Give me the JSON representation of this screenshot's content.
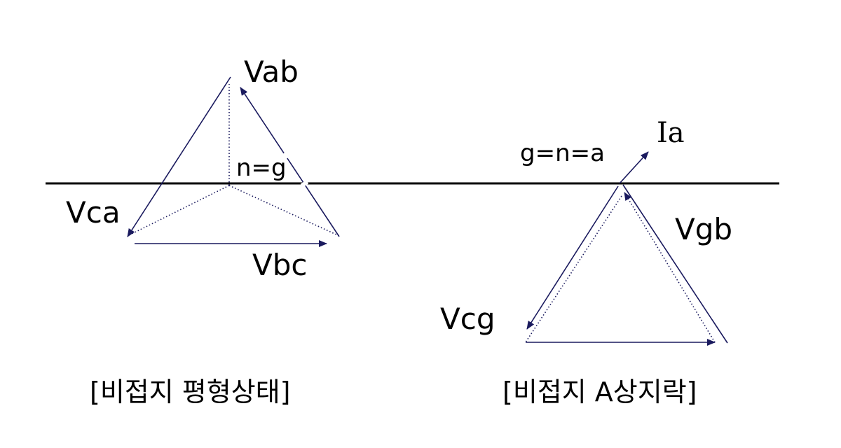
{
  "left_panel": {
    "labels": {
      "vab": "Vab",
      "vca": "Vca",
      "vbc": "Vbc",
      "ng": "n=g"
    },
    "caption": "[비접지  평형상태]"
  },
  "right_panel": {
    "labels": {
      "ia": "Ia",
      "gna": "g=n=a",
      "vgb": "Vgb",
      "vcg": "Vcg"
    },
    "caption": "[비접지  A상지락]"
  },
  "colors": {
    "phasor": "#1a1a5e",
    "ground_line": "#000000",
    "text": "#000000"
  }
}
